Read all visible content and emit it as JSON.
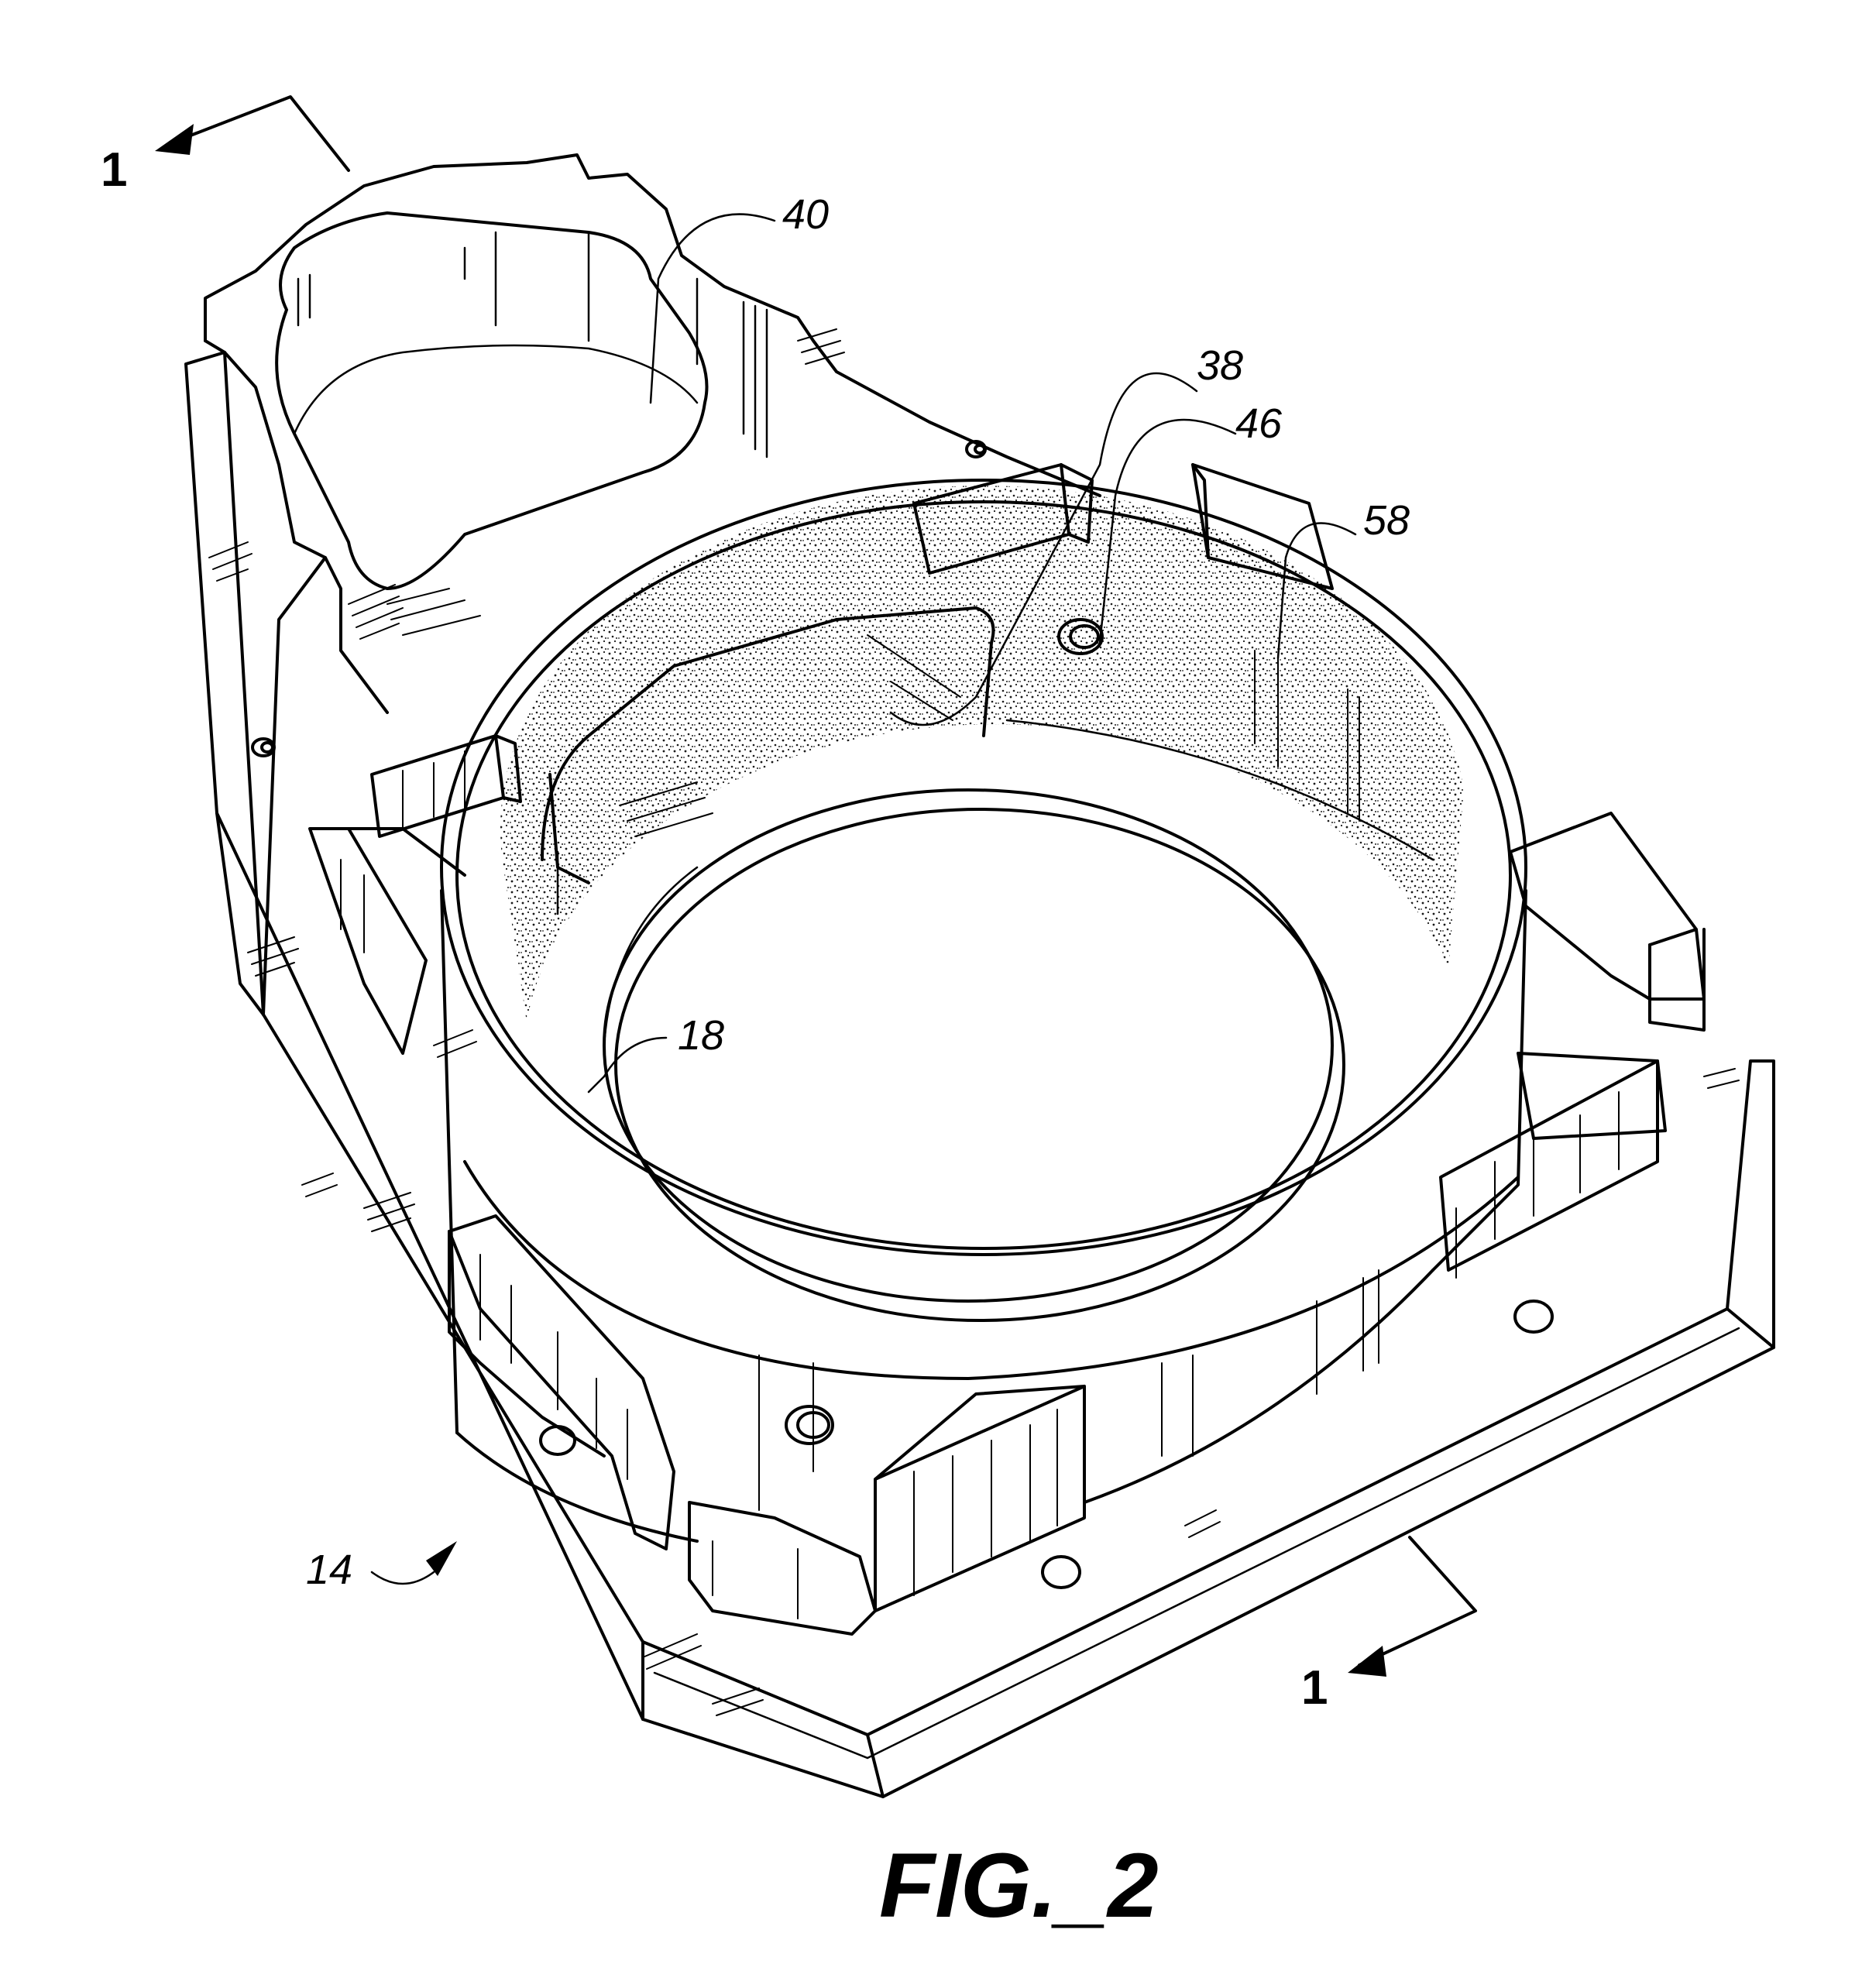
{
  "figure": {
    "caption": "FIG._2",
    "section_marks": [
      "1",
      "1"
    ],
    "reference_numerals": [
      "40",
      "38",
      "46",
      "58",
      "18",
      "14"
    ]
  }
}
